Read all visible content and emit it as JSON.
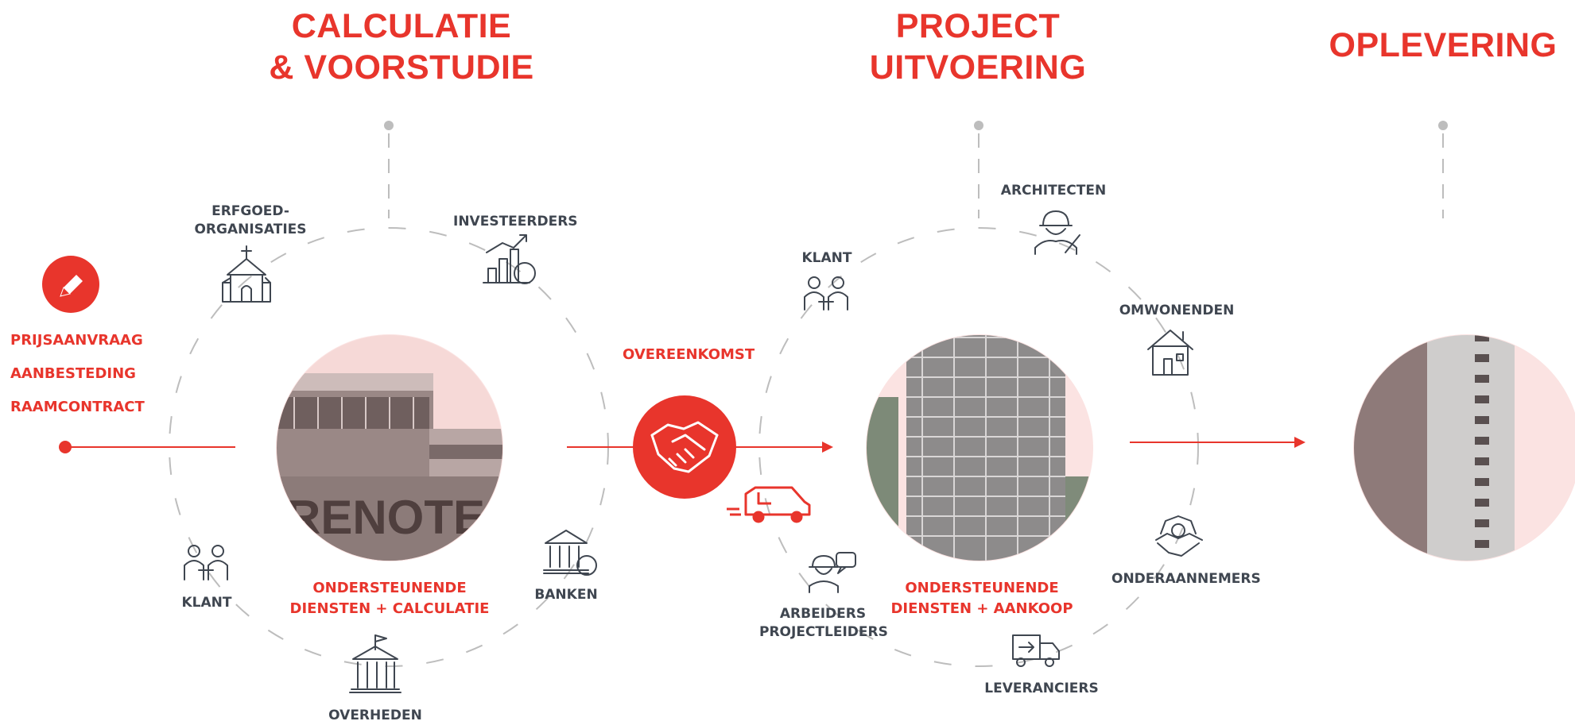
{
  "headings": {
    "calc_line1": "CALCULATIE",
    "calc_line2": "& VOORSTUDIE",
    "project_line1": "PROJECT",
    "project_line2": "UITVOERING",
    "oplevering": "OPLEVERING"
  },
  "left_items": [
    "PRIJSAANVRAAG",
    "AANBESTEDING",
    "RAAMCONTRACT"
  ],
  "center_label": "OVEREENKOMST",
  "phase1": {
    "erfgoed_line1": "ERFGOED-",
    "erfgoed_line2": "ORGANISATIES",
    "investeerders": "INVESTEERDERS",
    "klant": "KLANT",
    "banken": "BANKEN",
    "overheden": "OVERHEDEN",
    "service_line1": "ONDERSTEUNENDE",
    "service_line2": "DIENSTEN + CALCULATIE"
  },
  "phase2": {
    "klant": "KLANT",
    "architecten": "ARCHITECTEN",
    "omwonenden": "OMWONENDEN",
    "onderaannemers": "ONDERAANNEMERS",
    "arbeiders_line1": "ARBEIDERS",
    "arbeiders_line2": "PROJECTLEIDERS",
    "leveranciers": "LEVERANCIERS",
    "service_line1": "ONDERSTEUNENDE",
    "service_line2": "DIENSTEN + AANKOOP"
  },
  "photo_text": "RENOTEC",
  "colors": {
    "accent": "#e8352c",
    "icon": "#3f4650",
    "dash": "#bdbdbd",
    "pink": "#fbe3e2"
  }
}
